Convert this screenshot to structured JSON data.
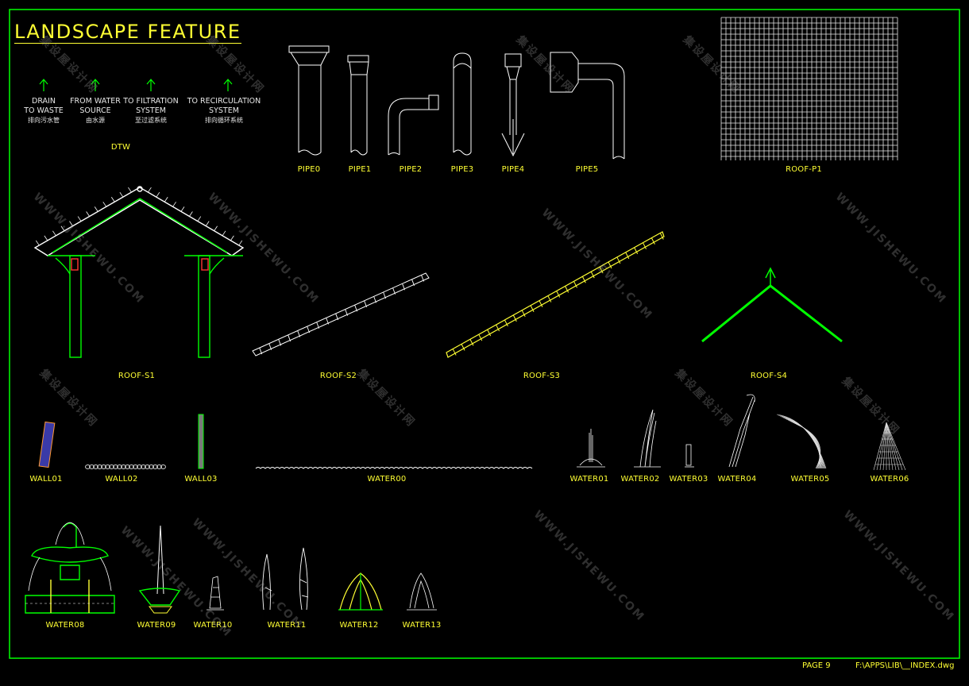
{
  "sheet": {
    "title": "LANDSCAPE FEATURE",
    "border_color": "#00ff00",
    "label_color": "#ffff33"
  },
  "legend": [
    {
      "line1": "DRAIN",
      "line2": "TO WASTE",
      "zh": "排向污水管",
      "icon": "arrow-up-icon"
    },
    {
      "line1": "FROM WATER",
      "line2": "SOURCE",
      "zh": "由水源",
      "icon": "arrow-up-icon"
    },
    {
      "line1": "TO FILTRATION",
      "line2": "SYSTEM",
      "zh": "至过滤系统",
      "icon": "arrow-up-icon"
    },
    {
      "line1": "TO RECIRCULATION",
      "line2": "SYSTEM",
      "zh": "排向循环系统",
      "icon": "arrow-up-icon"
    }
  ],
  "legend_tag": "DTW",
  "blocks": {
    "pipe0": "PIPE0",
    "pipe1": "PIPE1",
    "pipe2": "PIPE2",
    "pipe3": "PIPE3",
    "pipe4": "PIPE4",
    "pipe5": "PIPE5",
    "roof_p1": "ROOF-P1",
    "roof_s1": "ROOF-S1",
    "roof_s2": "ROOF-S2",
    "roof_s3": "ROOF-S3",
    "roof_s4": "ROOF-S4",
    "wall01": "WALL01",
    "wall02": "WALL02",
    "wall03": "WALL03",
    "water00": "WATER00",
    "water01": "WATER01",
    "water02": "WATER02",
    "water03": "WATER03",
    "water04": "WATER04",
    "water05": "WATER05",
    "water06": "WATER06",
    "water08": "WATER08",
    "water09": "WATER09",
    "water10": "WATER10",
    "water11": "WATER11",
    "water12": "WATER12",
    "water13": "WATER13"
  },
  "footer": {
    "page": "PAGE 9",
    "path": "F:\\APPS\\LIB\\__INDEX.dwg"
  },
  "watermark": {
    "en": "WWW.JISHEWU.COM",
    "zh": "集设屋设计网"
  }
}
